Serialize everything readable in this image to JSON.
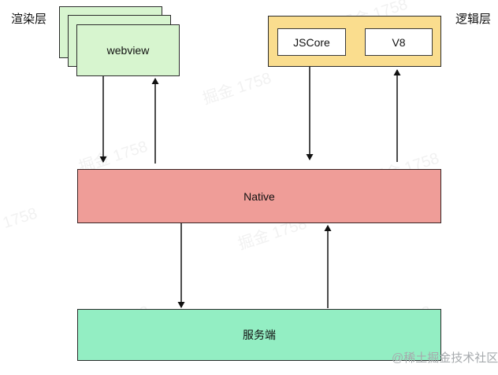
{
  "diagram": {
    "layer_labels": {
      "render": "渲染层",
      "logic": "逻辑层"
    },
    "nodes": {
      "webview": {
        "label": "webview",
        "fill": "#d7f5cf"
      },
      "logic_container": {
        "fill": "#fadd8e"
      },
      "jscore": {
        "label": "JSCore",
        "fill": "#ffffff"
      },
      "v8": {
        "label": "V8",
        "fill": "#ffffff"
      },
      "native": {
        "label": "Native",
        "fill": "#ef9d98"
      },
      "server": {
        "label": "服务端",
        "fill": "#93eec3"
      }
    },
    "edges": [
      "webview → Native",
      "Native → webview",
      "logic_container → Native",
      "Native → logic_container",
      "Native → server",
      "server → Native"
    ],
    "border_color": "#2b2b2b"
  },
  "watermarks": {
    "corner": "@稀土掘金技术社区",
    "tiled": "掘金 1758"
  }
}
